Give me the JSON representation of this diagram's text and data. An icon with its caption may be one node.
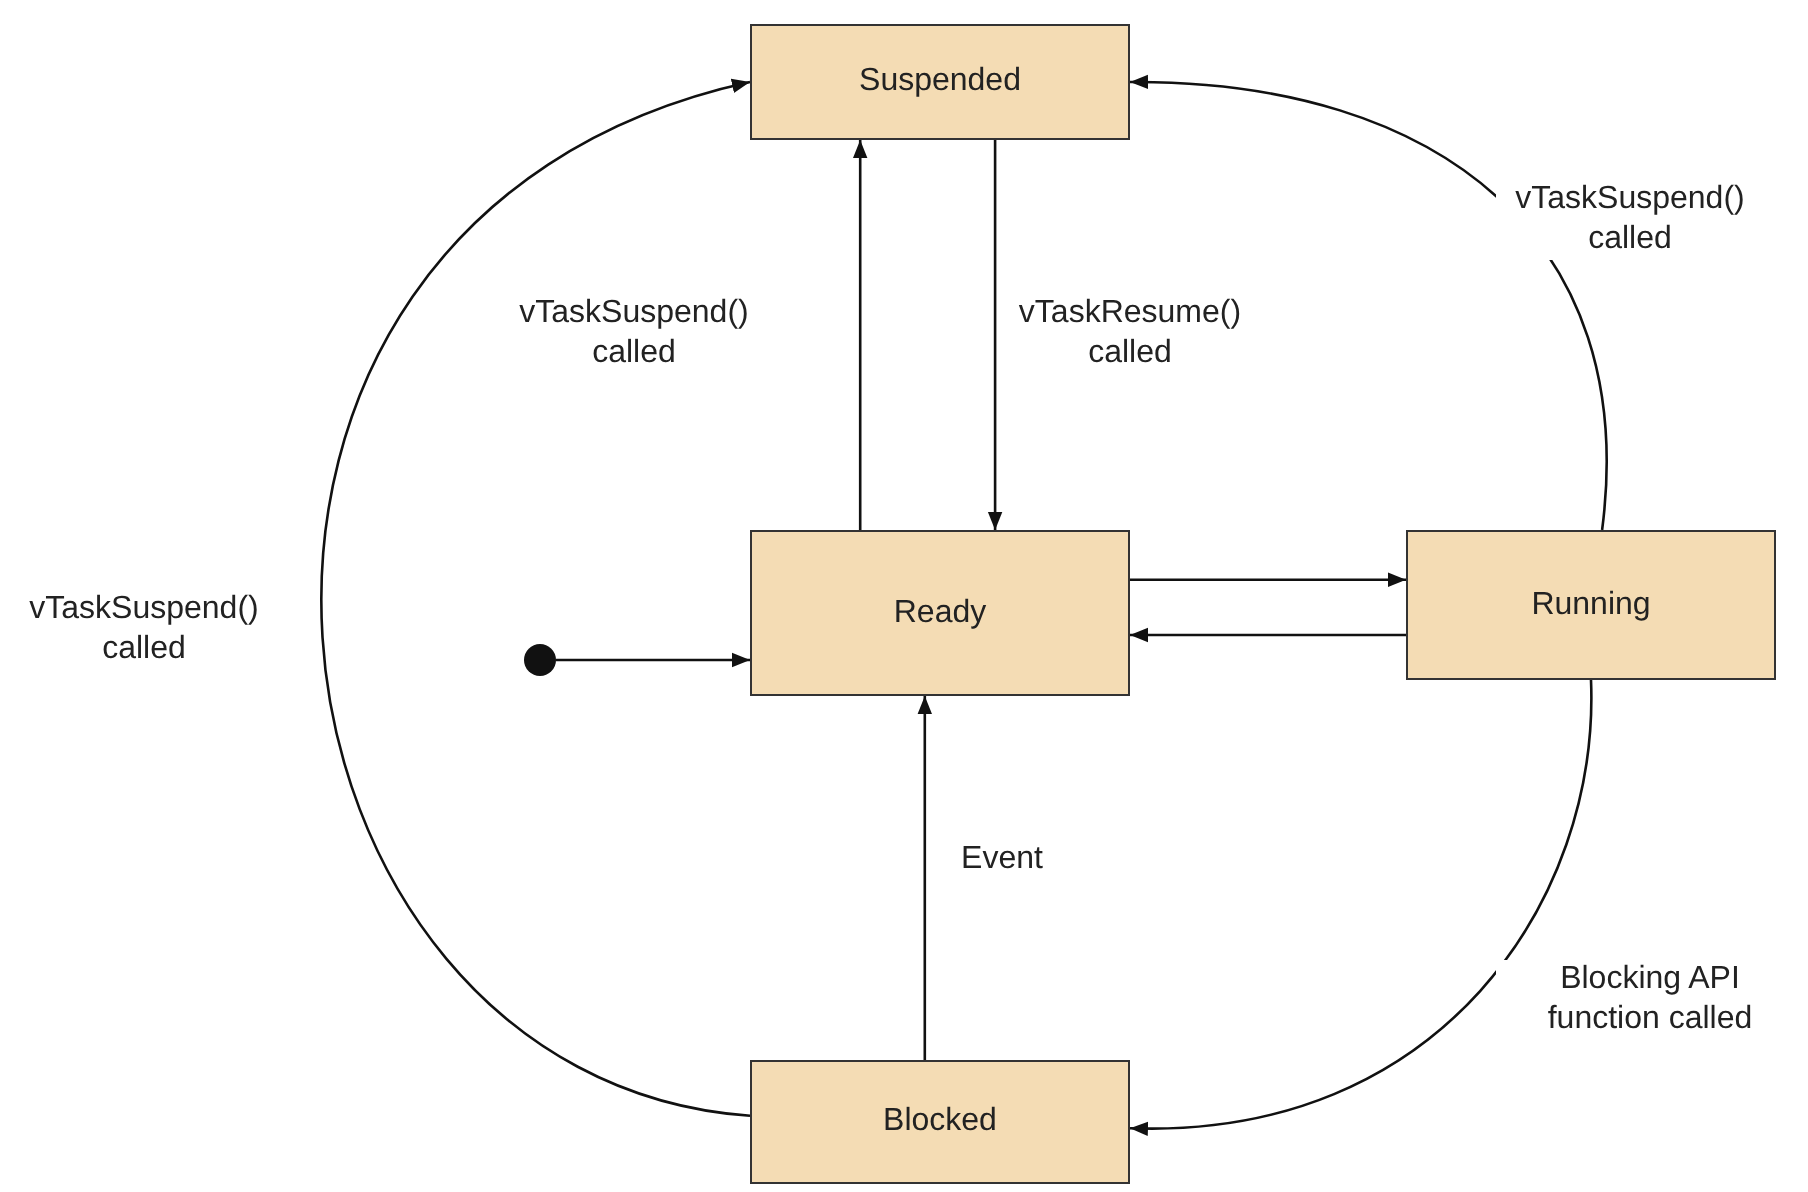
{
  "diagram": {
    "nodes": [
      {
        "text": [
          "Suspended"
        ]
      },
      {
        "text": [],
        "shape": "circle"
      },
      {
        "text": [
          "Ready"
        ]
      },
      {
        "text": [
          "Running"
        ]
      },
      {
        "text": [
          "Blocked"
        ]
      }
    ],
    "edges": [
      {
        "from": 2,
        "to": 0,
        "arrow": "to",
        "label": "vTaskSuspend() called"
      },
      {
        "from": 0,
        "to": 2,
        "arrow": "to",
        "label": "vTaskResume() called"
      },
      {
        "from": 1,
        "to": 2,
        "arrow": "to"
      },
      {
        "from": 2,
        "to": 3,
        "arrow": "to"
      },
      {
        "from": 3,
        "to": 2,
        "arrow": "to"
      },
      {
        "from": 4,
        "to": 2,
        "arrow": "to",
        "label": "Event"
      },
      {
        "from": 4,
        "to": 0,
        "arrow": "to",
        "label": "vTaskSuspend() called"
      },
      {
        "from": 3,
        "to": 0,
        "arrow": "to",
        "label": "vTaskSuspend() called"
      },
      {
        "from": 3,
        "to": 4,
        "arrow": "to",
        "label": "Blocking API function called"
      }
    ]
  }
}
